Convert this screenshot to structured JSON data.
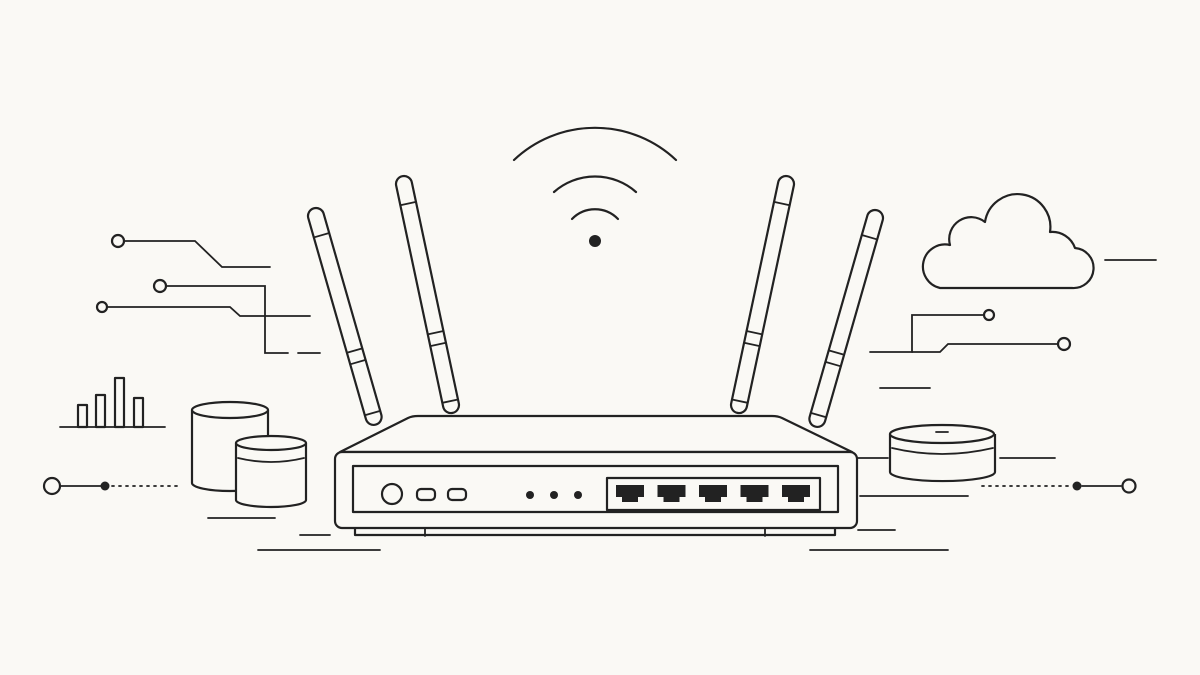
{
  "illustration": {
    "subject": "wireless-router-line-art",
    "colors": {
      "background": "#faf9f5",
      "stroke": "#222222"
    },
    "router": {
      "antenna_count": 4,
      "ethernet_port_count": 5,
      "status_led_count": 3,
      "front_button_count": 2
    },
    "icons": [
      "wifi-signal-icon",
      "cloud-icon",
      "bar-chart-icon",
      "database-icon",
      "server-disk-icon",
      "circuit-node-icon"
    ]
  }
}
